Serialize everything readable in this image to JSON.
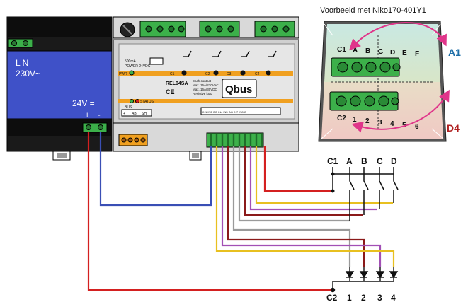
{
  "example_title": "Voorbeeld met Niko170-401Y1",
  "psu": {
    "ac_label": "L  N",
    "ac_voltage": "230V~",
    "dc_voltage": "24V =",
    "plus": "+",
    "minus": "-"
  },
  "module": {
    "brand": "Qbus",
    "model": "REL04SA",
    "pwr_label": "PWR",
    "status_label": "STATUS",
    "bus_label": "BUS",
    "power_label": "POWER 24VDC",
    "fuse_label": "500mA",
    "rating_text": [
      "Each contact",
      "Max. 16A/230VAC",
      "Max. 16A/30VDC",
      "Resistive load"
    ],
    "ce_mark": "CE",
    "bus_terminals": [
      "+",
      "AB",
      "SH"
    ],
    "relay_labels": [
      "C1",
      "C2",
      "C3",
      "C4"
    ],
    "io_terminal_text": "IN1 IN2 IN3 IN4 IN5 IN6 IN7 IN8 C"
  },
  "switch_diagram": {
    "common_top": "C1",
    "contacts": [
      "A",
      "B",
      "C",
      "D"
    ],
    "common_bottom": "C2",
    "leds": [
      "1",
      "2",
      "3",
      "4"
    ]
  },
  "niko": {
    "top_labels": [
      "C1",
      "A",
      "B",
      "C",
      "D",
      "E",
      "F"
    ],
    "bottom_labels": [
      "C2",
      "1",
      "2",
      "3",
      "4",
      "5",
      "6"
    ],
    "right_top": "A1",
    "right_bottom": "D4"
  },
  "colors": {
    "red": "#d42020",
    "blue": "#3a4fb5",
    "darkred": "#8b1a1a",
    "purple": "#a24fb5",
    "yellow": "#e8c020",
    "gray": "#9a9a9a",
    "psu_blue": "#3f51c8",
    "green": "#3cb04a",
    "magenta": "#e0358a",
    "a1_blue": "#1f6fa8"
  }
}
